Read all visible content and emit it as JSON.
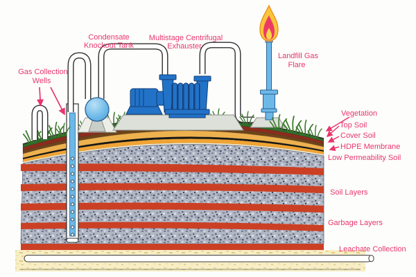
{
  "labels": {
    "gas_collection_wells": {
      "line1": "Gas Collection",
      "line2": "Wells"
    },
    "condensate_knockout_tank": {
      "line1": "Condensate",
      "line2": "Knockout Tank"
    },
    "multistage_centrifugal_exhauster": {
      "line1": "Multistage Centrifugal",
      "line2": "Exhauster"
    },
    "landfill_gas_flare": {
      "line1": "Landfill Gas",
      "line2": "Flare"
    },
    "vegetation": "Vegetation",
    "top_soil": "Top Soil",
    "cover_soil": "Cover Soil",
    "hdpe_membrane": "HDPE Membrane",
    "low_permeability_soil": "Low Permeability Soil",
    "soil_layers": "Soil Layers",
    "garbage_layers": "Garbage Layers",
    "leachate_collection": "Leachate Collection"
  },
  "colors": {
    "label_pink": "#e8356d",
    "vegetation_green": "#2e6b28",
    "top_soil_maroon": "#8c2c1d",
    "cover_soil_brown": "#6e441a",
    "hdpe_black": "#171712",
    "amber_soil": "#edb14e",
    "low_perm_orange": "#f0a434",
    "cream_liner": "#f2ecd2",
    "soil_layer_red": "#cb4024",
    "gravel_gray": "#b2b7c4",
    "leachate_sand": "#f7eec6",
    "tank_blue": "#6cb9e8",
    "equipment_blue": "#2273c8",
    "equipment_blue_dark": "#1b55a8",
    "concrete_gray": "#dde0d9",
    "grass_green": "#3d7a2e",
    "flame_outer": "#f9c63a",
    "flame_inner": "#ec3a66",
    "flame_core": "#f9d44a",
    "pipe_white": "#ffffff",
    "pipe_outline": "#2e2e2e"
  }
}
